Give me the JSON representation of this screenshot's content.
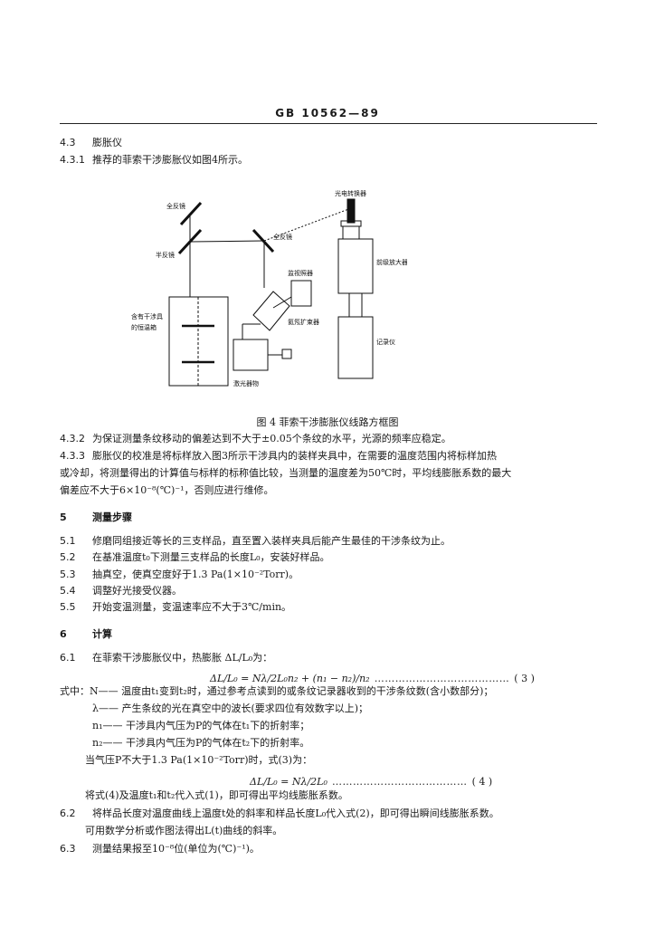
{
  "header": "GB 10562—89",
  "s43": {
    "num": "4.3",
    "title": "膨胀仪"
  },
  "s431": {
    "num": "4.3.1",
    "text": "推荐的菲索干涉膨胀仪如图4所示。"
  },
  "diagram_labels": {
    "full_mirror_1": "全反镜",
    "photo_converter": "光电转换器",
    "half_mirror": "半反镜",
    "full_mirror_2": "全反镜",
    "amplifier": "前级放大器",
    "monitor": "监视照器",
    "sample_holder_l1": "含有干涉具",
    "sample_holder_l2": "的恒温箱",
    "beam_expander": "氦氖扩束器",
    "recorder": "记录仪",
    "laser": "激光器物"
  },
  "figure_caption": "图 4   菲索干涉膨胀仪线路方框图",
  "s432": {
    "num": "4.3.2",
    "text": "为保证测量条纹移动的偏差达到不大于±0.05个条纹的水平，光源的频率应稳定。"
  },
  "s433": {
    "num": "4.3.3",
    "line1": "膨胀仪的校准是将标样放入图3所示干涉具内的装样夹具中，在需要的温度范围内将标样加热",
    "line2": "或冷却，将测量得出的计算值与标样的标称值比较，当测量的温度差为50℃时，平均线膨胀系数的最大",
    "line3": "偏差应不大于6×10⁻⁸(℃)⁻¹，否则应进行维修。"
  },
  "s5": {
    "num": "5",
    "title": "测量步骤"
  },
  "s51": {
    "num": "5.1",
    "text": "修磨同组接近等长的三支样品，直至置入装样夹具后能产生最佳的干涉条纹为止。"
  },
  "s52": {
    "num": "5.2",
    "text": "在基准温度t₀下测量三支样品的长度L₀，安装好样品。"
  },
  "s53": {
    "num": "5.3",
    "text": "抽真空，使真空度好于1.3 Pa(1×10⁻²Torr)。"
  },
  "s54": {
    "num": "5.4",
    "text": "调整好光接受仪器。"
  },
  "s55": {
    "num": "5.5",
    "text": "开始变温测量，变温速率应不大于3℃/min。"
  },
  "s6": {
    "num": "6",
    "title": "计算"
  },
  "s61": {
    "num": "6.1",
    "text": "在菲索干涉膨胀仪中，热膨胀 ΔL/L₀为："
  },
  "eq3": {
    "formula": "ΔL/L₀ = Nλ/2L₀n₂ + (n₁ − n₂)/n₂",
    "dots": "…………………………………",
    "tag": "( 3 )"
  },
  "where": {
    "lead": "式中：",
    "N": "N—— 温度由t₁变到t₂时，通过参考点读到的或条纹记录器收到的干涉条纹数(含小数部分)；",
    "lambda": "λ—— 产生条纹的光在真空中的波长(要求四位有效数字以上)；",
    "n1": "n₁—— 干涉具内气压为P的气体在t₁下的折射率；",
    "n2": "n₂—— 干涉具内气压为P的气体在t₂下的折射率。"
  },
  "cond": "当气压P不大于1.3 Pa(1×10⁻²Torr)时，式(3)为：",
  "eq4": {
    "formula": "ΔL/L₀ = Nλ/2L₀",
    "dots": "…………………………………",
    "tag": "( 4 )"
  },
  "after4": "将式(4)及温度t₁和t₂代入式(1)，即可得出平均线膨胀系数。",
  "s62": {
    "num": "6.2",
    "line1": "将样品长度对温度曲线上温度t处的斜率和样品长度L₀代入式(2)，即可得出瞬间线膨胀系数。",
    "line2": "可用数学分析或作图法得出L(t)曲线的斜率。"
  },
  "s63": {
    "num": "6.3",
    "text": "测量结果报至10⁻⁸位(单位为(℃)⁻¹)。"
  }
}
